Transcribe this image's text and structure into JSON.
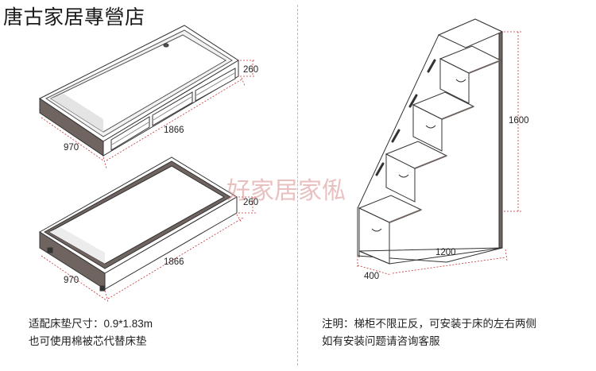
{
  "store_name": "唐古家居專營店",
  "watermark": "好家居家俬",
  "dimensions": {
    "top_bed_height": "260",
    "top_bed_length": "1866",
    "top_bed_width": "970",
    "trundle_height": "260",
    "trundle_length": "1866",
    "trundle_width": "970",
    "stair_height": "1600",
    "stair_length": "1200",
    "stair_depth": "400"
  },
  "notes": {
    "left_line1": "适配床垫尺寸：0.9*1.83m",
    "left_line2": "也可使用棉被芯代替床垫",
    "right_line1": "注明：梯柜不限正反，可安装于床的左右两侧",
    "right_line2": "如有安装问题请咨询客服"
  }
}
